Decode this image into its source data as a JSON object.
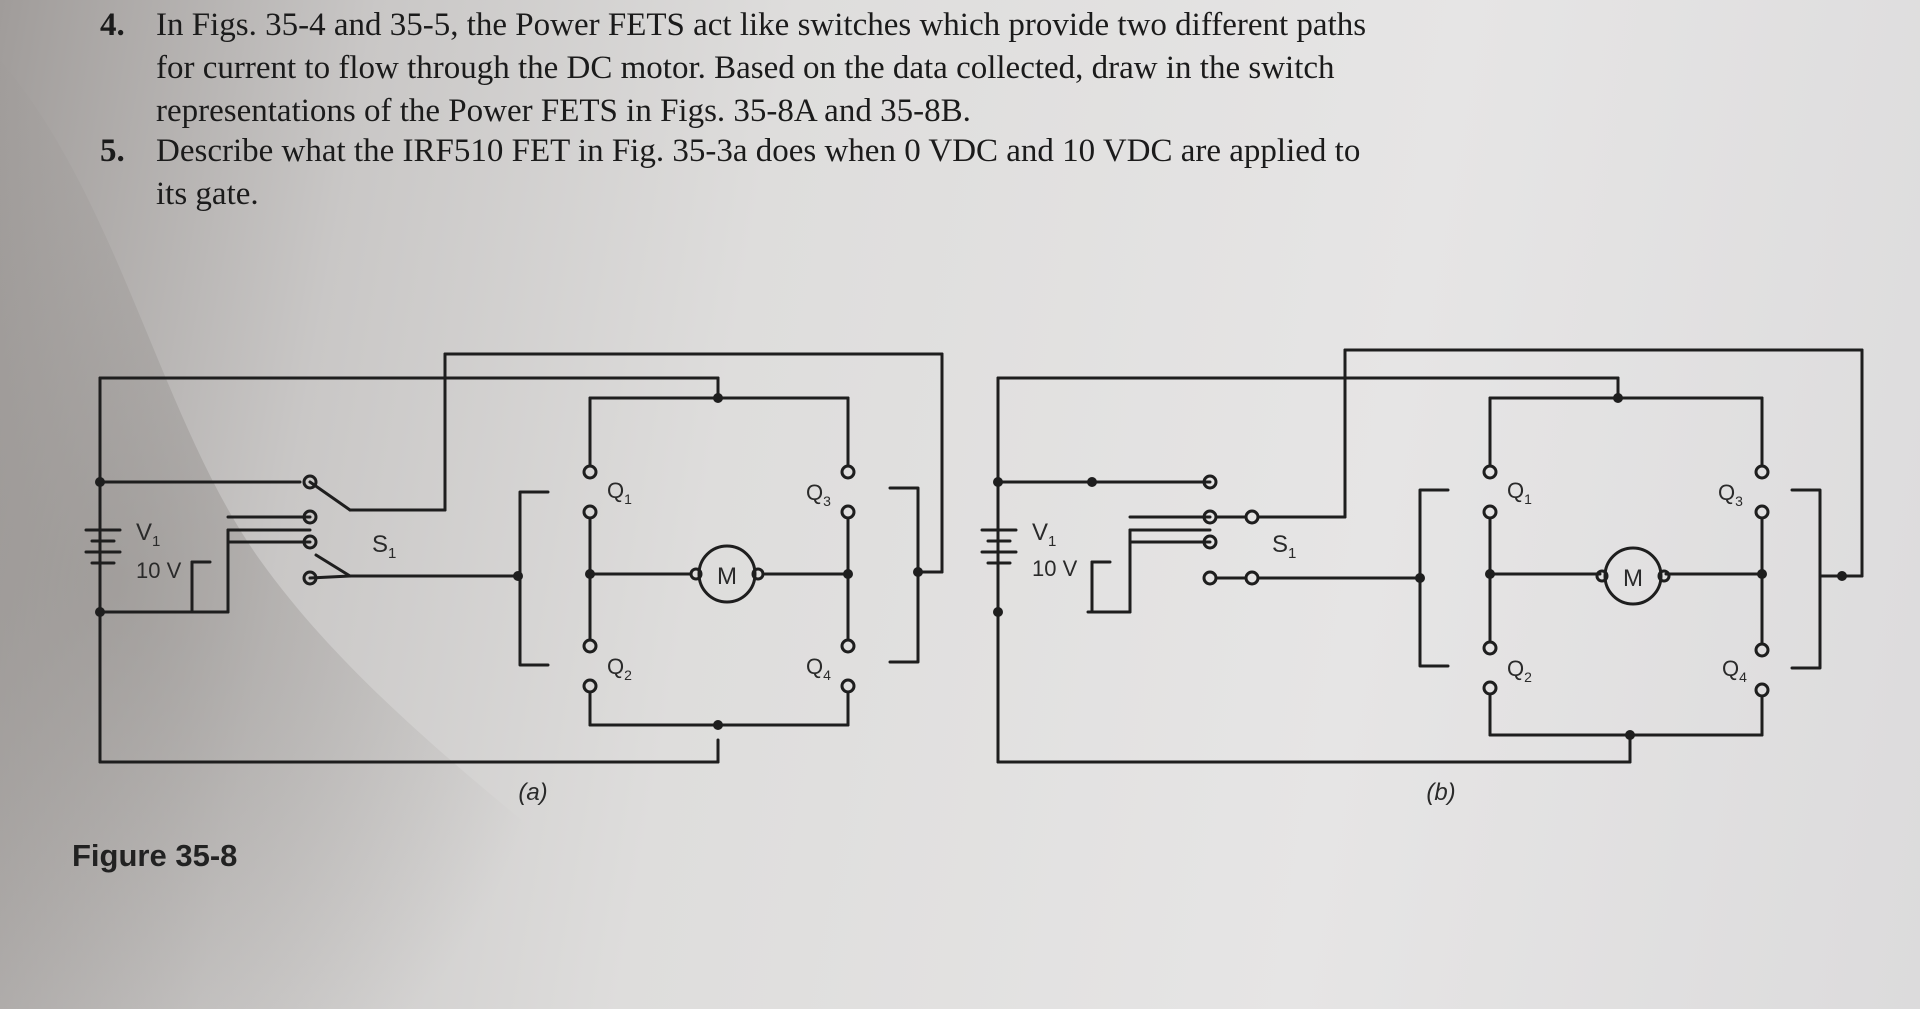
{
  "questions": [
    {
      "number": "4.",
      "lines": [
        "In Figs. 35-4 and 35-5, the Power FETS act like switches which provide two different paths",
        "for current to flow through the DC motor. Based on the data collected, draw in the switch",
        "representations of the Power FETS in Figs. 35-8A and 35-8B."
      ]
    },
    {
      "number": "5.",
      "lines": [
        "Describe what the IRF510 FET in Fig. 35-3a does when 0 VDC and 10 VDC are applied to",
        "its gate."
      ]
    }
  ],
  "figure": {
    "label": "Figure 35-8",
    "panels": [
      {
        "caption": "(a)",
        "source_name": "V",
        "source_sub": "1",
        "source_value": "10 V",
        "switch_name": "S",
        "switch_sub": "1",
        "q1": "Q",
        "q1_sub": "1",
        "q2": "Q",
        "q2_sub": "2",
        "q3": "Q",
        "q3_sub": "3",
        "q4": "Q",
        "q4_sub": "4",
        "motor": "M"
      },
      {
        "caption": "(b)",
        "source_name": "V",
        "source_sub": "1",
        "source_value": "10 V",
        "switch_name": "S",
        "switch_sub": "1",
        "q1": "Q",
        "q1_sub": "1",
        "q2": "Q",
        "q2_sub": "2",
        "q3": "Q",
        "q3_sub": "3",
        "q4": "Q",
        "q4_sub": "4",
        "motor": "M"
      }
    ]
  },
  "colors": {
    "ink": "#1e1e1e",
    "paper": "#e4e3e3",
    "shadow": "#9e9b99"
  }
}
